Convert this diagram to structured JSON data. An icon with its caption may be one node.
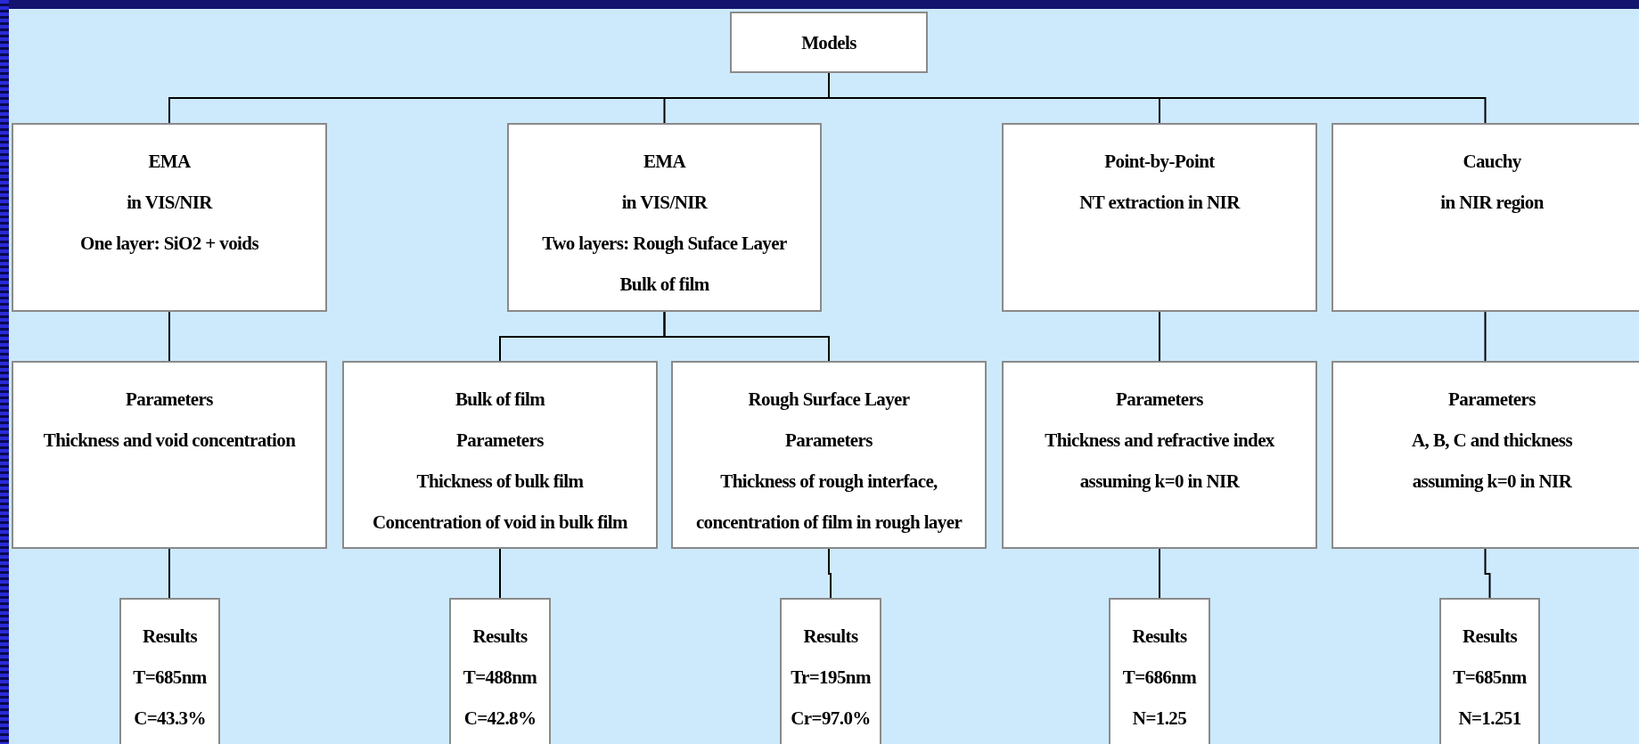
{
  "diagram": {
    "nodes": [
      {
        "text": [
          "Models"
        ]
      },
      {
        "text": [
          "EMA",
          "in VIS/NIR",
          "One layer: SiO2 + voids"
        ]
      },
      {
        "text": [
          "EMA",
          "in VIS/NIR",
          "Two layers: Rough Suface Layer",
          "Bulk of film"
        ]
      },
      {
        "text": [
          "Point-by-Point",
          "NT extraction in NIR"
        ]
      },
      {
        "text": [
          "Cauchy",
          "in NIR region"
        ]
      },
      {
        "text": [
          "Parameters",
          "Thickness and void concentration"
        ]
      },
      {
        "text": [
          "Bulk of film",
          "Parameters",
          "Thickness of bulk film",
          "Concentration of void in bulk film"
        ]
      },
      {
        "text": [
          "Rough Surface Layer",
          "Parameters",
          "Thickness of rough interface,",
          "concentration of film in rough layer"
        ]
      },
      {
        "text": [
          "Parameters",
          "Thickness and refractive index",
          "assuming k=0 in NIR"
        ]
      },
      {
        "text": [
          "Parameters",
          "A, B, C and thickness",
          "assuming k=0 in NIR"
        ]
      },
      {
        "text": [
          "Results",
          "T=685nm",
          "C=43.3%"
        ]
      },
      {
        "text": [
          "Results",
          "T=488nm",
          "C=42.8%"
        ]
      },
      {
        "text": [
          "Results",
          "Tr=195nm",
          "Cr=97.0%"
        ]
      },
      {
        "text": [
          "Results",
          "T=686nm",
          "N=1.25"
        ]
      },
      {
        "text": [
          "Results",
          "T=685nm",
          "N=1.251"
        ]
      }
    ],
    "edges": [
      {
        "from": 0,
        "to": 1,
        "arrow": "none"
      },
      {
        "from": 0,
        "to": 2,
        "arrow": "none"
      },
      {
        "from": 0,
        "to": 3,
        "arrow": "none"
      },
      {
        "from": 0,
        "to": 4,
        "arrow": "none"
      },
      {
        "from": 1,
        "to": 5,
        "arrow": "none"
      },
      {
        "from": 2,
        "to": 6,
        "arrow": "none"
      },
      {
        "from": 2,
        "to": 7,
        "arrow": "none"
      },
      {
        "from": 3,
        "to": 8,
        "arrow": "none"
      },
      {
        "from": 4,
        "to": 9,
        "arrow": "none"
      },
      {
        "from": 5,
        "to": 10,
        "arrow": "none"
      },
      {
        "from": 6,
        "to": 11,
        "arrow": "none"
      },
      {
        "from": 7,
        "to": 12,
        "arrow": "none"
      },
      {
        "from": 8,
        "to": 13,
        "arrow": "none"
      },
      {
        "from": 9,
        "to": 14,
        "arrow": "none"
      }
    ]
  }
}
